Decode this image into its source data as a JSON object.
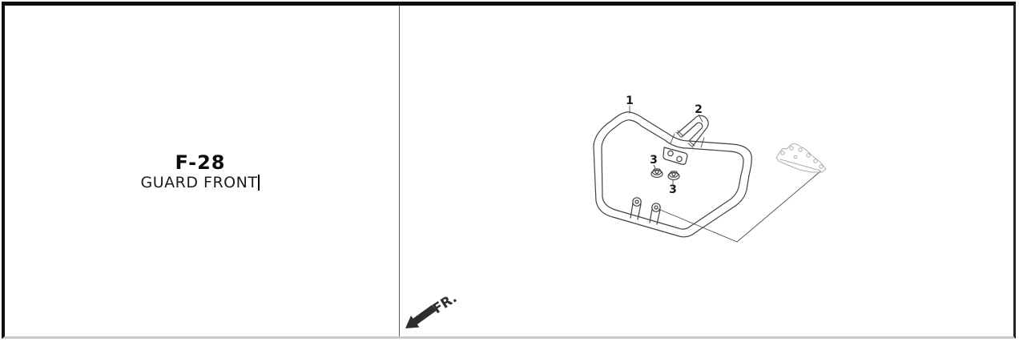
{
  "left_panel": {
    "code": "F-28",
    "title": "GUARD FRONT"
  },
  "diagram": {
    "fr_label": "FR.",
    "callouts": [
      {
        "id": "callout-1",
        "label": "1"
      },
      {
        "id": "callout-2",
        "label": "2"
      },
      {
        "id": "callout-3a",
        "label": "3"
      },
      {
        "id": "callout-3b",
        "label": "3"
      }
    ]
  },
  "colors": {
    "line": "#414141",
    "ghost_line": "#adadad",
    "border": "#0d0d0d",
    "divider": "#5c5c5c",
    "bottom_rule": "#c9c9c9",
    "arrow": "#2e2e2e",
    "background": "#ffffff"
  }
}
